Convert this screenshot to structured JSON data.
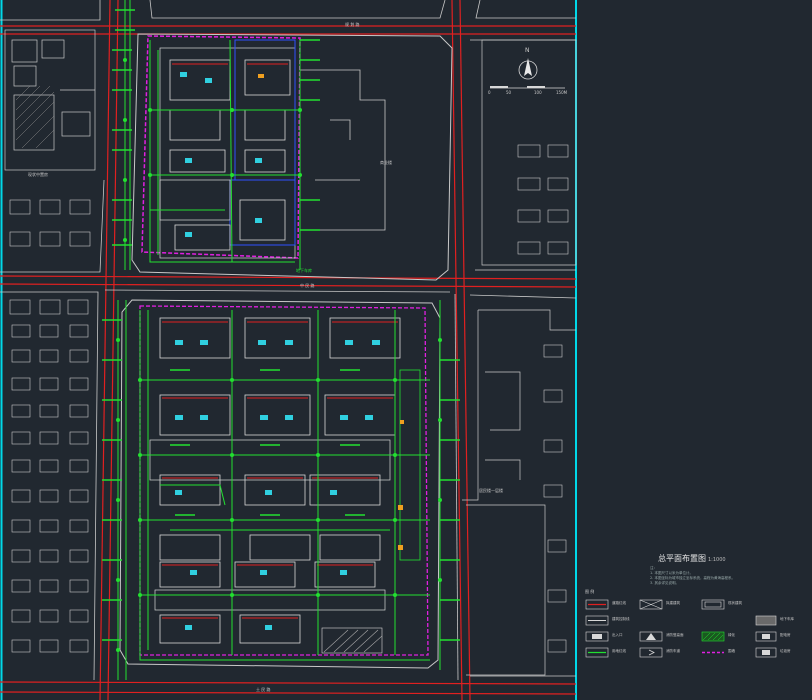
{
  "drawing": {
    "title": "总平面布置图",
    "scale": "1:1000",
    "notes": [
      "注：",
      "1. 本图尺寸以米为单位计。",
      "2. 本图坐标为城市独立坐标系统，高程为黄海高程系。",
      "3. 其余详见说明。"
    ],
    "north_label": "N",
    "scale_ticks": [
      "0",
      "50",
      "100",
      "150M"
    ]
  },
  "roads": {
    "north": "规 划 路",
    "middle": "中 民 路",
    "south": "土 民 路",
    "left_block_label": "现状中置房"
  },
  "labels": {
    "right_building": "商业楼",
    "residential_east": "居民楼一层楼",
    "north_site_tag": "地下车库"
  },
  "legend": {
    "header": "图 例",
    "items": [
      {
        "label": "道路红线",
        "symbol": "red-line"
      },
      {
        "label": "建筑控制线",
        "symbol": "white-rect"
      },
      {
        "label": "出入口",
        "symbol": "entry-box"
      },
      {
        "label": "用地红线",
        "symbol": "green-line"
      },
      {
        "label": "拟建建筑",
        "symbol": "cross-box"
      },
      {
        "label": "消防登高面",
        "symbol": "triangle-box"
      },
      {
        "label": "消防车道",
        "symbol": "arrow-box"
      },
      {
        "label": "现状建筑",
        "symbol": "double-rect"
      },
      {
        "label": "绿化",
        "symbol": "green-hatch"
      },
      {
        "label": "围墙",
        "symbol": "dashed-magenta"
      },
      {
        "label": "地下车库",
        "symbol": "shade-box"
      },
      {
        "label": "配电房",
        "symbol": "box-k"
      },
      {
        "label": "垃圾房",
        "symbol": "box-x"
      }
    ]
  },
  "colors": {
    "background": "#212830",
    "panel_border": "#00d8e8",
    "road_red": "#e02020",
    "green": "#22e030",
    "magenta": "#e020e0",
    "white": "#d8d8d8",
    "cyan": "#30d0e0",
    "blue": "#3050ff"
  }
}
